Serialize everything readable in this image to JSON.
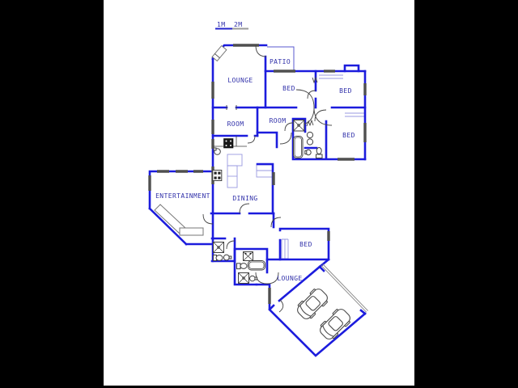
{
  "scale_bar": {
    "labels": [
      {
        "text": "1M"
      },
      {
        "text": "2M"
      }
    ]
  },
  "rooms": [
    {
      "id": "patio",
      "label": "PATIO"
    },
    {
      "id": "lounge-top",
      "label": "LOUNGE"
    },
    {
      "id": "bed-1",
      "label": "BED"
    },
    {
      "id": "bed-2",
      "label": "BED"
    },
    {
      "id": "room-left",
      "label": "ROOM"
    },
    {
      "id": "room-mid",
      "label": "ROOM"
    },
    {
      "id": "bed-3",
      "label": "BED"
    },
    {
      "id": "entertainment",
      "label": "ENTERTAINMENT"
    },
    {
      "id": "dining",
      "label": "DINING"
    },
    {
      "id": "bed-4",
      "label": "BED"
    },
    {
      "id": "lounge-bottom",
      "label": "LOUNGE"
    }
  ],
  "icons": [
    "fireplace-icon",
    "stove-icon",
    "hob-icon",
    "sink-icon",
    "kitchen-island",
    "bar-counter",
    "shower-icon",
    "bathtub-icon",
    "toilet-icon",
    "basin-icon",
    "washer-icon",
    "car-icon",
    "garage-door"
  ],
  "palette": {
    "wall": "#1c1cdd",
    "label_text": "#3232aa",
    "window": "#4f4f4f",
    "scale_blue": "#2222cc",
    "scale_gray": "#999999",
    "fixture": "#3f3f3f",
    "canvas": "#ffffff",
    "letterbox": "#000000"
  }
}
